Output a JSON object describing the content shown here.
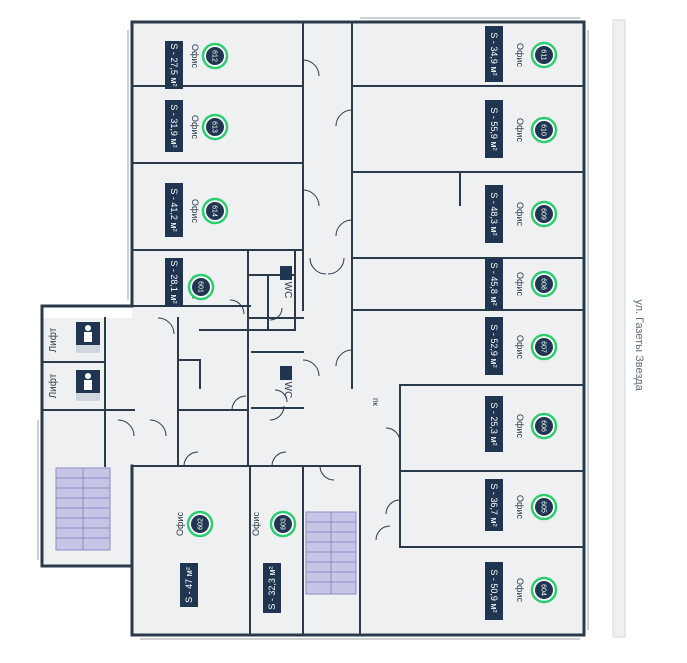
{
  "street": "ул. Газеты Звезда",
  "rooms": [
    {
      "id": "612",
      "type": "Офис",
      "area": "S - 27,5 м²"
    },
    {
      "id": "613",
      "type": "Офис",
      "area": "S - 31,9 м²"
    },
    {
      "id": "614",
      "type": "Офис",
      "area": "S - 41,2 м²"
    },
    {
      "id": "601",
      "type": "Офис",
      "area": "S - 28,1 м²"
    },
    {
      "id": "611",
      "type": "Офис",
      "area": "S - 34,9 м²"
    },
    {
      "id": "610",
      "type": "Офис",
      "area": "S - 55,9 м²"
    },
    {
      "id": "609",
      "type": "Офис",
      "area": "S - 48,3 м²"
    },
    {
      "id": "608",
      "type": "Офис",
      "area": "S - 45,8 м²"
    },
    {
      "id": "607",
      "type": "Офис",
      "area": "S - 52,9 м²"
    },
    {
      "id": "606",
      "type": "Офис",
      "area": "S - 25,3 м²"
    },
    {
      "id": "605",
      "type": "Офис",
      "area": "S - 36,7 м²"
    },
    {
      "id": "604",
      "type": "Офис",
      "area": "S - 50,9 м²"
    },
    {
      "id": "602",
      "type": "Офис",
      "area": "S - 47 м²"
    },
    {
      "id": "603",
      "type": "Офис",
      "area": "S - 32,3 м²"
    }
  ],
  "lifts": [
    "Лифт",
    "Лифт"
  ],
  "wc": [
    "WC",
    "WC"
  ],
  "pk": "пк",
  "colors": {
    "wall": "#2b3a4a",
    "floor": "#eef0f1",
    "badge": "#1f3550",
    "ring": "#2ecc71",
    "stairs": "#c7c5e6"
  }
}
